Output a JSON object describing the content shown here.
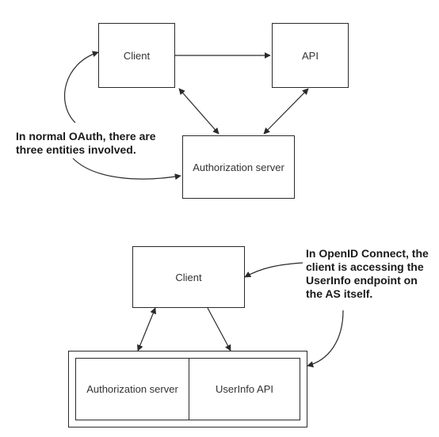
{
  "top_diagram": {
    "client_label": "Client",
    "api_label": "API",
    "authorization_server_label": "Authorization server",
    "note_lines": [
      "In normal OAuth, there are",
      "three entities involved."
    ]
  },
  "bottom_diagram": {
    "client_label": "Client",
    "authorization_server_label": "Authorization server",
    "userinfo_api_label": "UserInfo API",
    "note_lines": [
      "In OpenID Connect, the",
      "client is accessing the",
      "UserInfo endpoint on",
      "the AS itself."
    ]
  },
  "colors": {
    "stroke": "#2a2a2a",
    "text": "#333333",
    "note_text": "#1a1a1a"
  }
}
